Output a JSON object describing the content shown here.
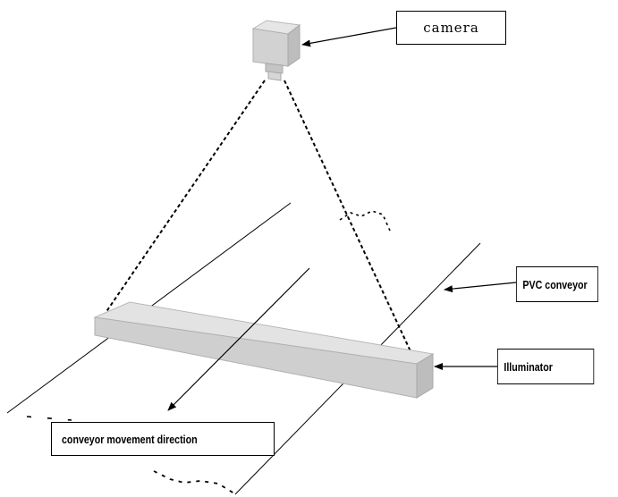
{
  "labels": {
    "camera": "camera",
    "pvc_conveyor": "PVC conveyor",
    "illuminator": "Illuminator",
    "movement_direction": "conveyor movement direction"
  },
  "colors": {
    "line": "#000000",
    "box_top": "#e3e3e3",
    "box_front": "#cfcfcf",
    "box_side": "#bdbdbd",
    "background": "#ffffff"
  }
}
